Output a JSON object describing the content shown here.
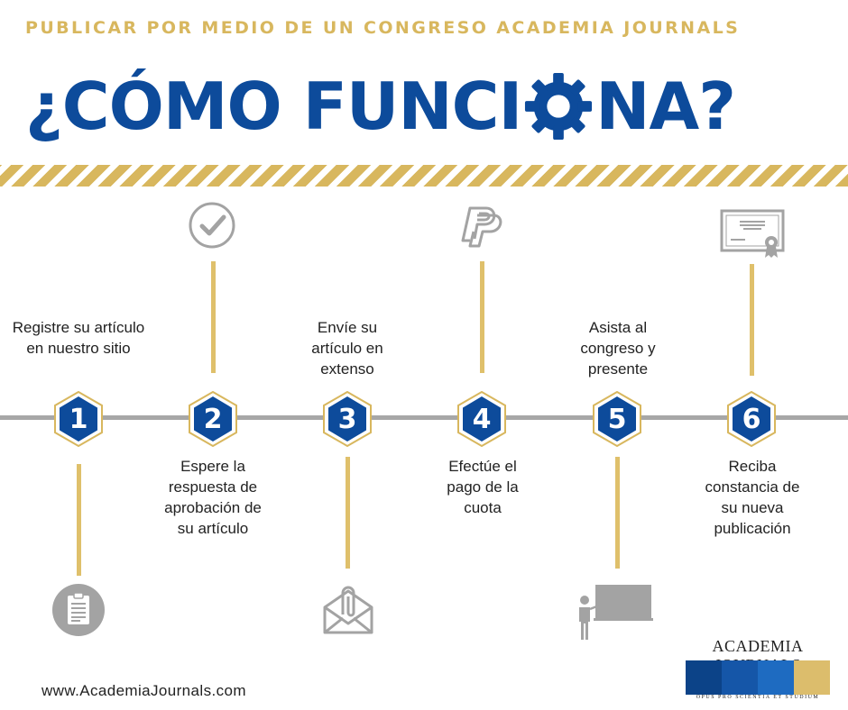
{
  "header": {
    "subtitle": "PUBLICAR POR MEDIO DE UN CONGRESO ACADEMIA JOURNALS",
    "title_before": "¿CÓMO FUNCI",
    "title_after": "NA?"
  },
  "colors": {
    "blue": "#0d4b9b",
    "gold": "#d8b75e",
    "gray": "#a7a7a7",
    "icon_gray": "#a3a3a3"
  },
  "steps": [
    {
      "number": "1",
      "text": "Registre su artículo en nuestro sitio",
      "icon": "clipboard-icon"
    },
    {
      "number": "2",
      "text": "Espere la respuesta de aprobación de su artículo",
      "icon": "checkmark-icon"
    },
    {
      "number": "3",
      "text": "Envíe su artículo en extenso",
      "icon": "mail-attachment-icon"
    },
    {
      "number": "4",
      "text": "Efectúe el pago de la cuota",
      "icon": "paypal-icon"
    },
    {
      "number": "5",
      "text": "Asista al congreso y presente",
      "icon": "presenter-icon"
    },
    {
      "number": "6",
      "text": "Reciba constancia de su nueva publicación",
      "icon": "certificate-icon"
    }
  ],
  "footer": {
    "website": "www.AcademiaJournals.com",
    "logo_name": "ACADEMIA JOURNALS",
    "logo_motto": "OPUS PRO SCIENTIA ET STUDIUM"
  }
}
